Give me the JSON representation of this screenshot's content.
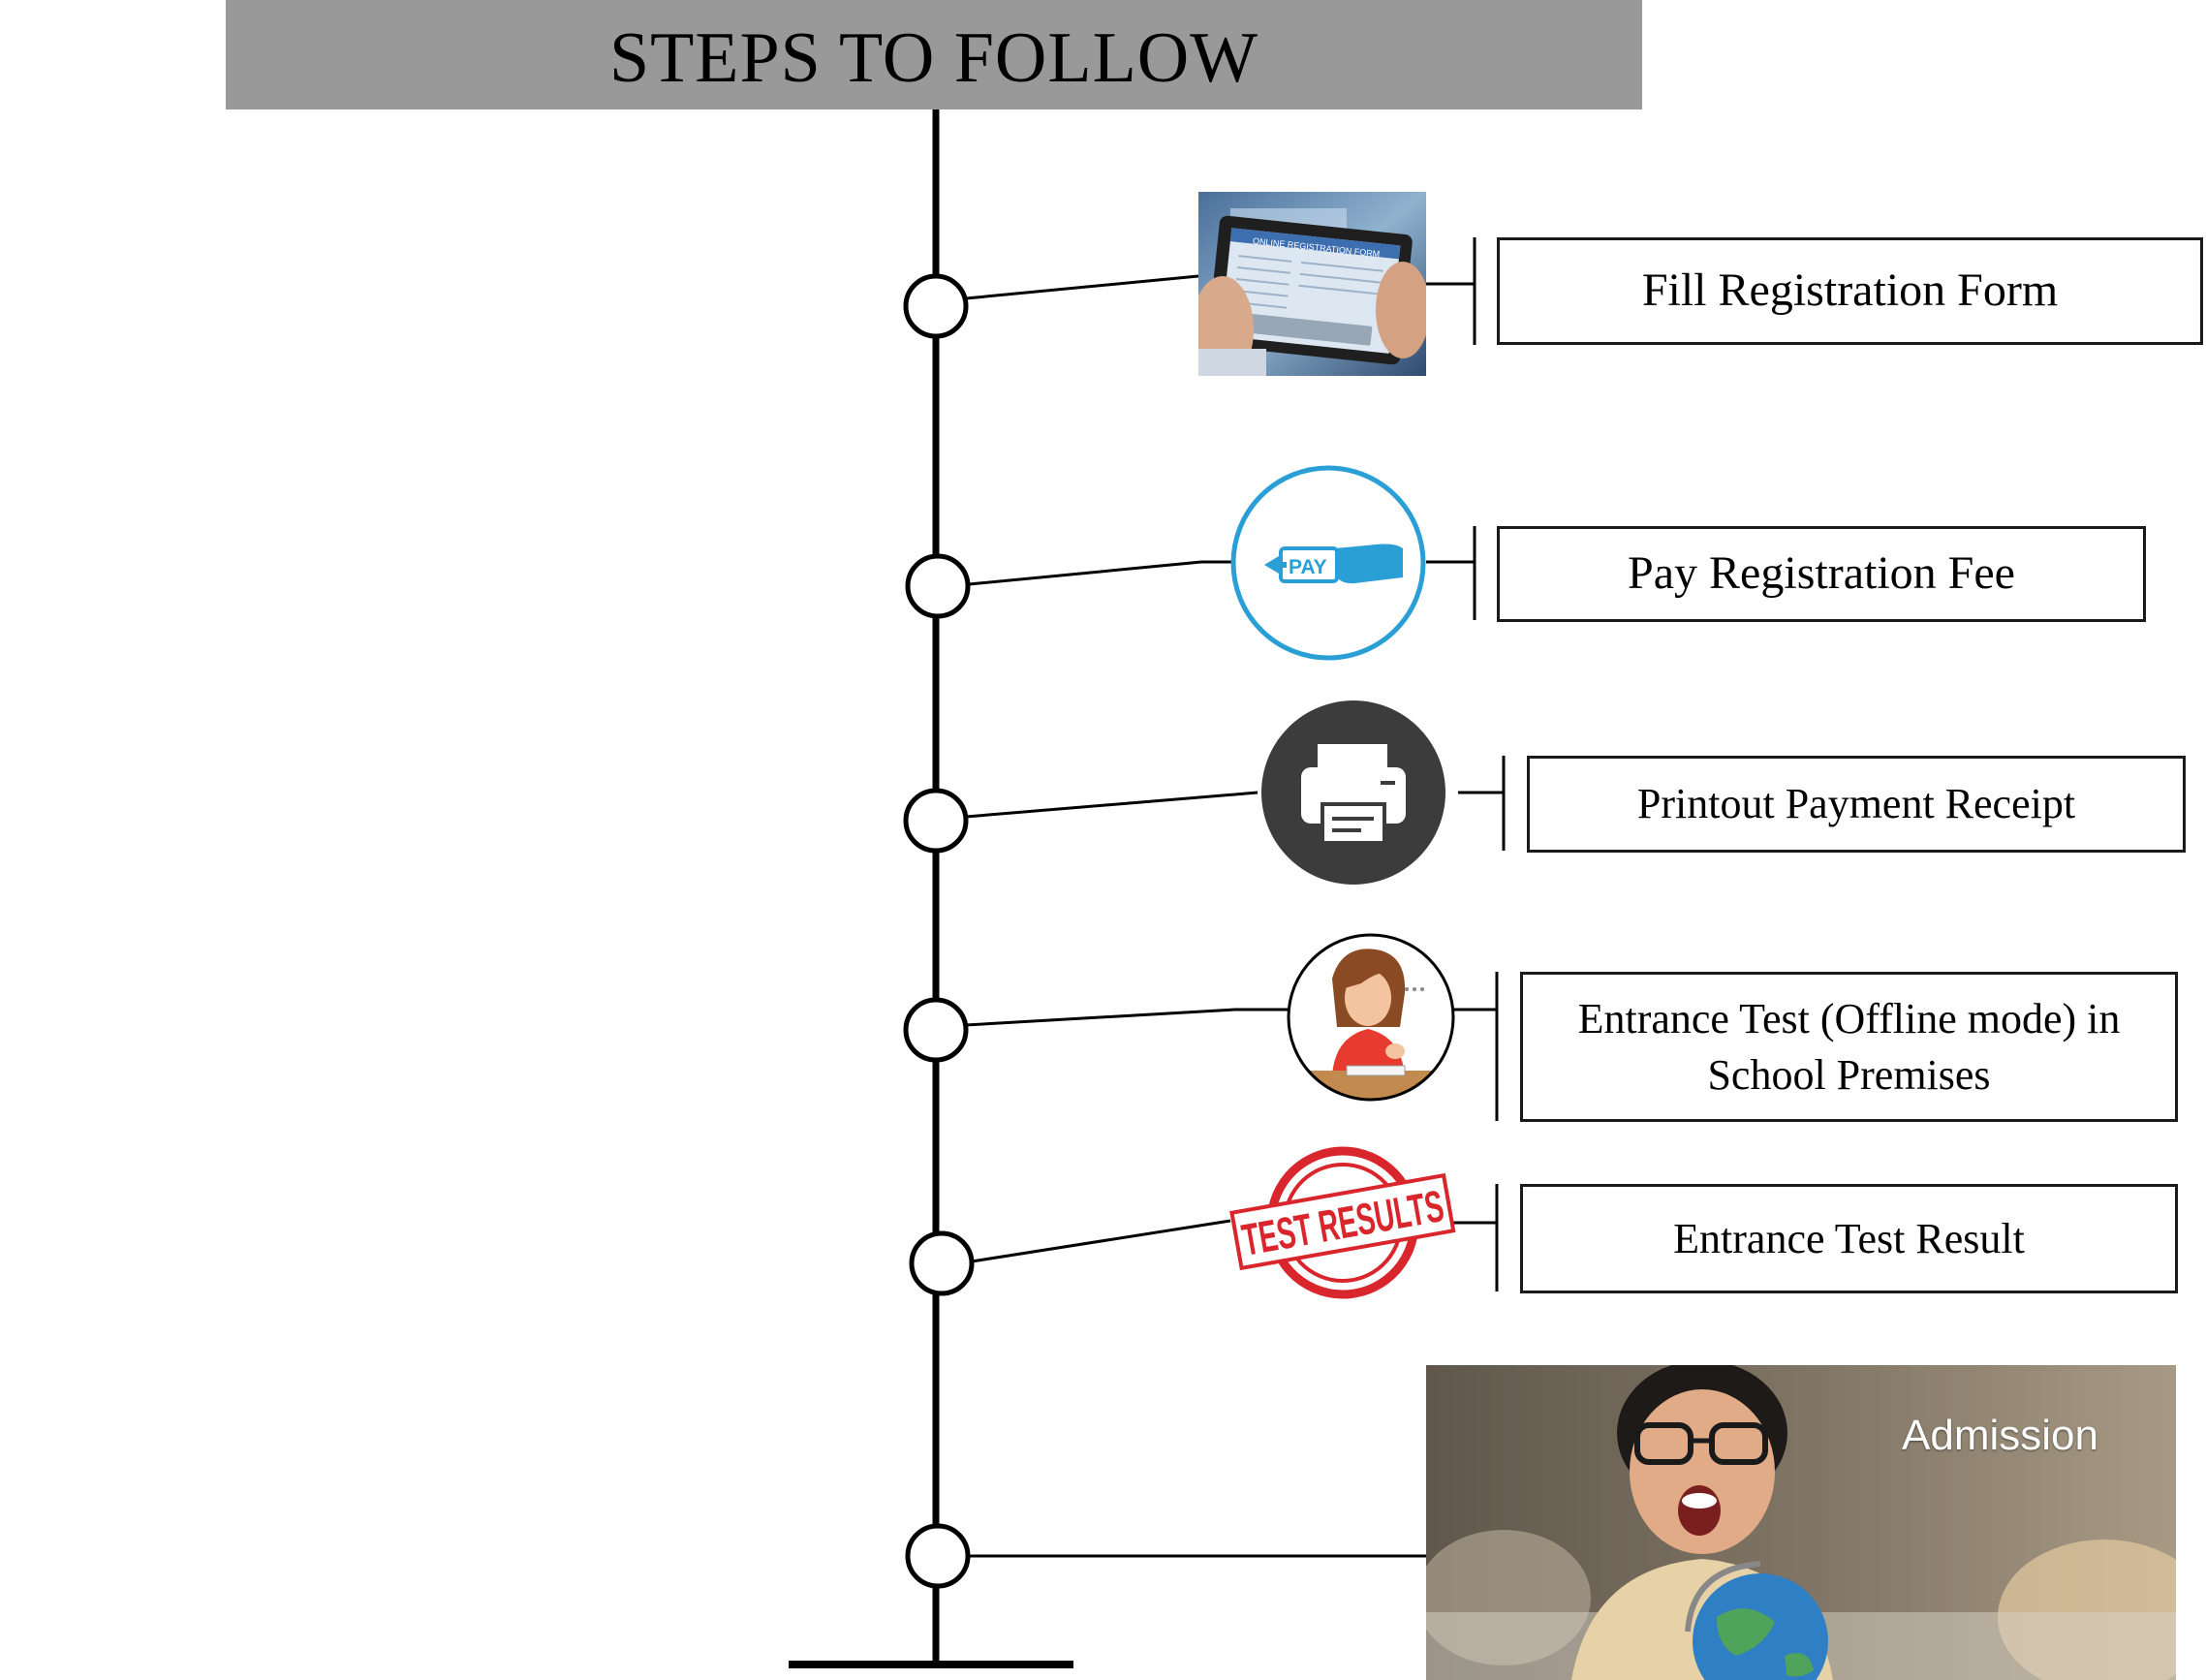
{
  "header": {
    "title": "STEPS TO FOLLOW"
  },
  "steps": [
    {
      "label": "Fill Registration Form",
      "icon": "tablet-registration-form-icon"
    },
    {
      "label": "Pay Registration Fee",
      "icon": "pay-card-hand-icon"
    },
    {
      "label": "Printout Payment Receipt",
      "icon": "printer-icon"
    },
    {
      "label": "Entrance Test (Offline mode) in School Premises",
      "icon": "student-writing-test-icon"
    },
    {
      "label": "Entrance Test Result",
      "icon": "test-results-stamp-icon"
    }
  ],
  "tablet_image": {
    "screen_text": "ONLINE REGISTRATION FORM"
  },
  "pay_icon": {
    "text": "PAY"
  },
  "stamp": {
    "text": "TEST RESULTS"
  },
  "admission": {
    "label": "Admission"
  },
  "colors": {
    "header_bg": "#999999",
    "pay_blue": "#2a9fd6",
    "printer_dark": "#3c3c3c",
    "stamp_red": "#d9262c"
  }
}
